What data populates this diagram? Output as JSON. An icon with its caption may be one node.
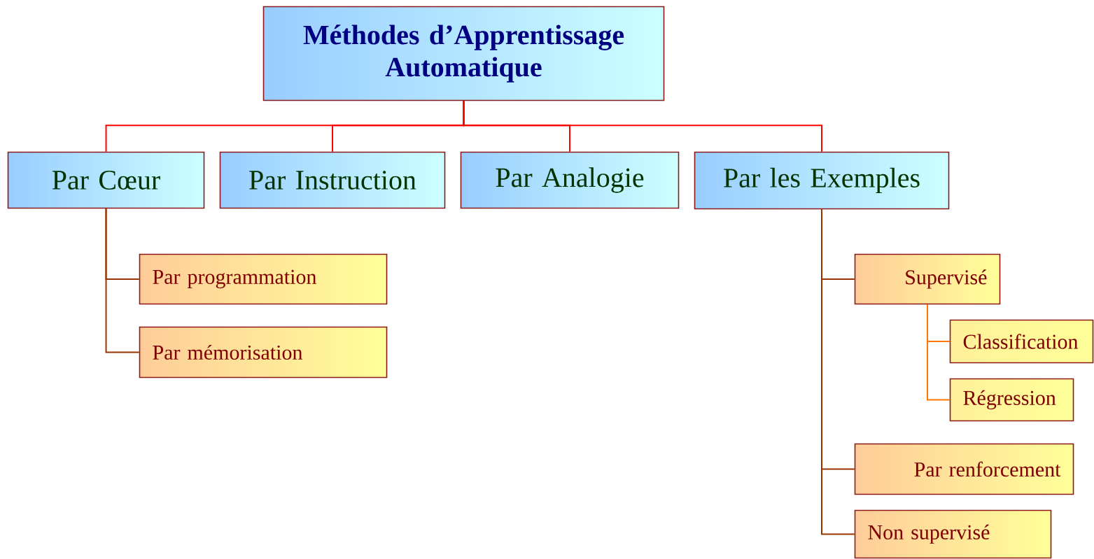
{
  "diagram": {
    "nodes": [
      {
        "text": [
          "Méthodes d’Apprentissage Automatique"
        ]
      },
      {
        "text": [
          "Par Cœur"
        ]
      },
      {
        "text": [
          "Par Instruction"
        ]
      },
      {
        "text": [
          "Par Analogie"
        ]
      },
      {
        "text": [
          "Par les Exemples"
        ]
      },
      {
        "text": [
          "Par programmation"
        ]
      },
      {
        "text": [
          "Par mémorisation"
        ]
      },
      {
        "text": [
          "Supervisé"
        ]
      },
      {
        "text": [
          "Classification"
        ]
      },
      {
        "text": [
          "Régression"
        ]
      },
      {
        "text": [
          "Par renforcement"
        ]
      },
      {
        "text": [
          "Non supervisé"
        ]
      }
    ],
    "edges": [
      {
        "from": 0,
        "to": 1,
        "arrow": "none",
        "color": "#ff0000"
      },
      {
        "from": 0,
        "to": 2,
        "arrow": "none",
        "color": "#ff0000"
      },
      {
        "from": 0,
        "to": 3,
        "arrow": "none",
        "color": "#ff0000"
      },
      {
        "from": 0,
        "to": 4,
        "arrow": "none",
        "color": "#ff0000"
      },
      {
        "from": 1,
        "to": 5,
        "arrow": "none"
      },
      {
        "from": 1,
        "to": 6,
        "arrow": "none"
      },
      {
        "from": 4,
        "to": 7,
        "arrow": "none"
      },
      {
        "from": 7,
        "to": 8,
        "arrow": "none",
        "color": "#ff7700"
      },
      {
        "from": 7,
        "to": 9,
        "arrow": "none",
        "color": "#ff7700"
      },
      {
        "from": 4,
        "to": 10,
        "arrow": "none"
      },
      {
        "from": 4,
        "to": 11,
        "arrow": "none"
      }
    ]
  }
}
